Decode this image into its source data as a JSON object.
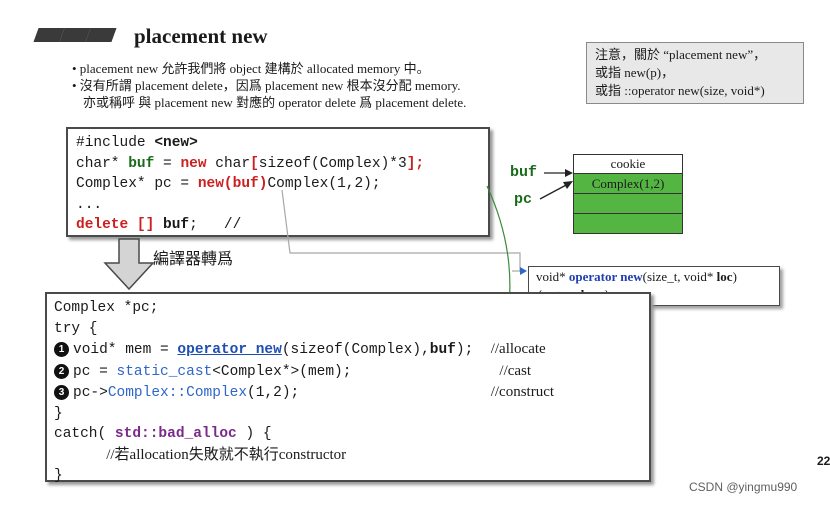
{
  "slide": {
    "title": "placement new",
    "bullets": [
      "• placement new 允許我們將 object 建構於 allocated memory 中。",
      "• 沒有所謂 placement delete，因爲 placement new 根本沒分配 memory.",
      "亦或稱呼 與 placement new 對應的 operator delete 爲 placement delete."
    ],
    "note_lines": [
      "注意，關於 “placement new”，",
      "或指 new(p)，",
      "或指 ::operator new(size, void*)"
    ],
    "compiler_label": "編譯器轉爲",
    "memory": {
      "buf_label": "buf",
      "pc_label": "pc",
      "cells": [
        "cookie",
        "Complex(1,2)",
        "",
        ""
      ]
    },
    "operator_new_box": {
      "line1_prefix": "void* ",
      "line1_kw": "operator new",
      "line1_args_a": "(size_t, void* ",
      "line1_loc": "loc",
      "line1_args_b": ")",
      "line2_a": "{  return ",
      "line2_loc": "loc",
      "line2_b": ";  }"
    },
    "page_number": "22",
    "watermark": "CSDN @yingmu990"
  },
  "code1": {
    "l1_a": "#include ",
    "l1_b": "<new>",
    "l2_a": "char* ",
    "l2_b": "buf",
    "l2_c": " = ",
    "l2_d": "new",
    "l2_e": " char",
    "l2_f": "[",
    "l2_g": "sizeof(Complex)*3",
    "l2_h": "];",
    "l3_a": "Complex* pc = ",
    "l3_b": "new(buf)",
    "l3_c": "Complex(1,2);",
    "l4": "...",
    "l5_a": "delete [] ",
    "l5_b": "buf",
    "l5_c": ";   //"
  },
  "code2": {
    "l1": "Complex *pc;",
    "l2": "try {",
    "n1": "1",
    "l3_a": "void* mem = ",
    "l3_b": "operator new",
    "l3_c": "(sizeof(Complex),",
    "l3_d": "buf",
    "l3_e": ");  ",
    "l3_cm": "//allocate",
    "n2": "2",
    "l4_a": "pc = ",
    "l4_b": "static_cast",
    "l4_c": "<Complex*>(mem);",
    "l4_pad": "                 ",
    "l4_cm": "//cast",
    "n3": "3",
    "l5_a": "pc->",
    "l5_b": "Complex::Complex",
    "l5_c": "(1,2);",
    "l5_pad": "                      ",
    "l5_cm": "//construct",
    "l6": "}",
    "l7_a": "catch( ",
    "l7_b": "std::bad_alloc",
    "l7_c": " ) {",
    "l8_pad": "      ",
    "l8_cm": "//若allocation失敗就不執行constructor",
    "l9": "}"
  }
}
